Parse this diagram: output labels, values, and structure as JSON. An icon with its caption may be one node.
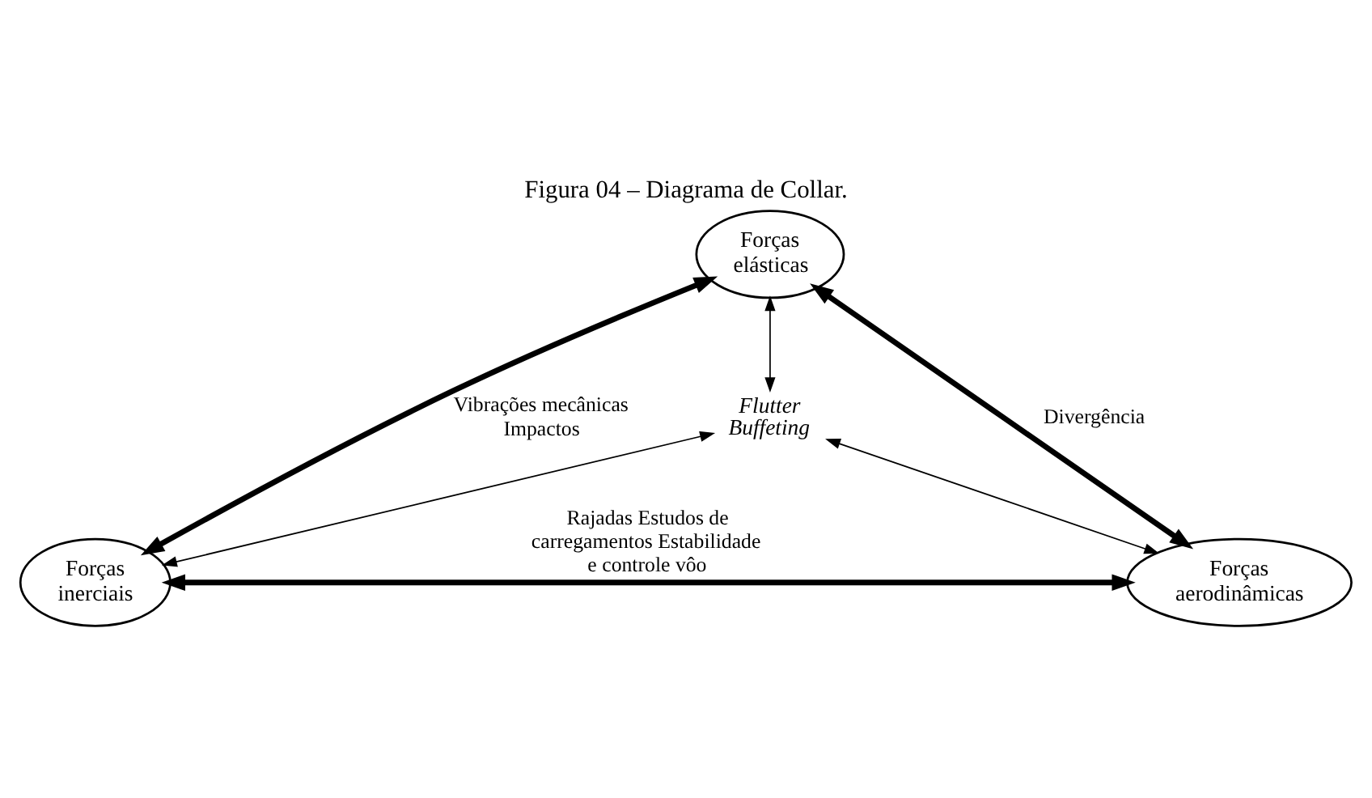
{
  "diagram": {
    "title": "Figura 04 – Diagrama de Collar.",
    "nodes": [
      {
        "text": [
          "Forças elásticas"
        ]
      },
      {
        "text": [
          "Forças inerciais"
        ]
      },
      {
        "text": [
          "Forças aerodinâmicas"
        ]
      },
      {
        "text": [
          "Flutter Buffeting"
        ]
      }
    ],
    "edges": [
      {
        "from": 0,
        "to": 1,
        "arrow": "both",
        "style": "thick",
        "label": "Vibrações mecânicas Impactos"
      },
      {
        "from": 0,
        "to": 2,
        "arrow": "both",
        "style": "thick",
        "label": "Divergência"
      },
      {
        "from": 0,
        "to": 3,
        "arrow": "both"
      },
      {
        "from": 1,
        "to": 2,
        "arrow": "both",
        "style": "thick",
        "label": "Rajadas Estudos de carregamentos Estabilidade e controle vôo"
      },
      {
        "from": 3,
        "to": 1,
        "arrow": "both"
      },
      {
        "from": 3,
        "to": 2,
        "arrow": "both"
      }
    ]
  }
}
